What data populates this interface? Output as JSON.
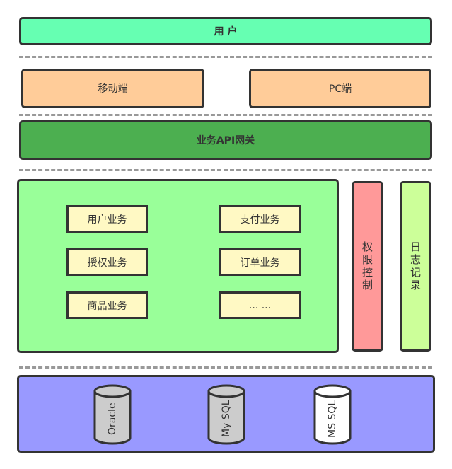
{
  "layers": {
    "user": "用 户",
    "mobile": "移动端",
    "pc": "PC端",
    "gateway": "业务API网关"
  },
  "business": {
    "services": [
      "用户业务",
      "支付业务",
      "授权业务",
      "订单业务",
      "商品业务",
      "... ..."
    ]
  },
  "side": {
    "auth": "权限控制",
    "log": "日志记录"
  },
  "databases": [
    {
      "label": "Oracle",
      "fill": "#cccccc"
    },
    {
      "label": "My SQL",
      "fill": "#cccccc"
    },
    {
      "label": "MS SQL",
      "fill": "#ffffff"
    }
  ],
  "colors": {
    "user": "#66ffb2",
    "client": "#ffcc99",
    "gateway": "#4caf50",
    "business": "#99ff99",
    "service": "#fff9c4",
    "auth": "#ff9999",
    "log": "#ccff99",
    "db_layer": "#9999ff"
  }
}
